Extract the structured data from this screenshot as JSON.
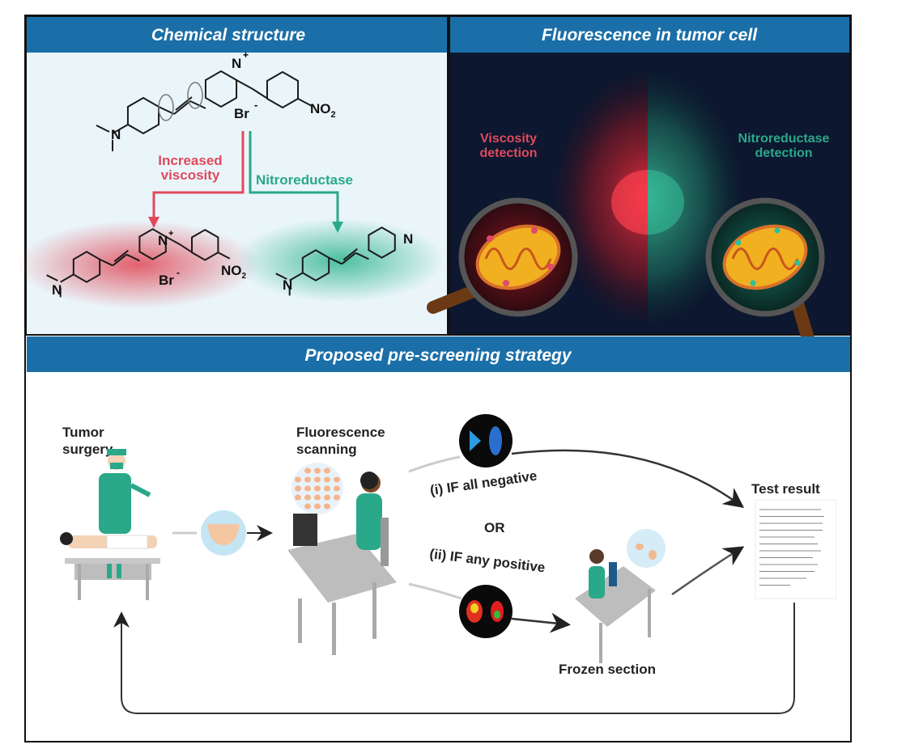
{
  "panels": {
    "chemical": {
      "title": "Chemical structure",
      "bromide": "Br",
      "charge_minus": "-",
      "charge_plus": "+",
      "nitro": "NO",
      "nitro_sub": "2",
      "amine_n": "N",
      "pyridine_n": "N",
      "path_viscosity": [
        "Increased",
        "viscosity"
      ],
      "path_nitroreductase": "Nitroreductase"
    },
    "fluorescence": {
      "title": "Fluorescence in tumor cell",
      "viscosity_label": [
        "Viscosity",
        "detection"
      ],
      "nitroreductase_label": [
        "Nitroreductase",
        "detection"
      ]
    },
    "strategy": {
      "title": "Proposed pre-screening strategy",
      "tumor_surgery": [
        "Tumor",
        "surgery"
      ],
      "fluorescence_scanning": [
        "Fluorescence",
        "scanning"
      ],
      "branch_negative": "(i) IF all negative",
      "or_text": "OR",
      "branch_positive": "(ii) IF any positive",
      "test_result": "Test result",
      "frozen_section": "Frozen section"
    }
  },
  "colors": {
    "header_blue": "#1b6fa8",
    "viscosity_red": "#e04a5c",
    "nitroreductase_green": "#2aa88a",
    "cell_panel_bg": "#0d1730",
    "chem_panel_bg": "#eaf5fa"
  }
}
